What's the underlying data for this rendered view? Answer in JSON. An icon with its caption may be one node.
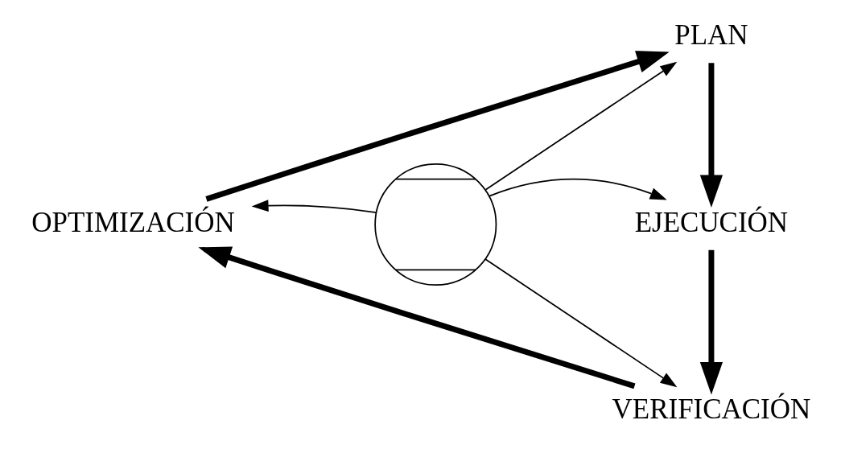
{
  "diagram": {
    "nodes": [
      {
        "text": [
          "PLAN"
        ]
      },
      {
        "text": [
          "EJECUCIÓN"
        ]
      },
      {
        "text": [
          "VERIFICACIÓN"
        ]
      },
      {
        "text": [
          "OPTIMIZACIÓN"
        ]
      },
      {
        "text": [],
        "shape": "cross"
      }
    ],
    "edges": [
      {
        "from": 0,
        "to": 1,
        "arrow": "to",
        "style": "thick"
      },
      {
        "from": 1,
        "to": 2,
        "arrow": "to",
        "style": "thick"
      },
      {
        "from": 2,
        "to": 3,
        "arrow": "to",
        "style": "thick"
      },
      {
        "from": 3,
        "to": 0,
        "arrow": "to",
        "style": "thick"
      },
      {
        "from": 4,
        "to": 0,
        "arrow": "to"
      },
      {
        "from": 4,
        "to": 1,
        "arrow": "to"
      },
      {
        "from": 4,
        "to": 2,
        "arrow": "to"
      },
      {
        "from": 4,
        "to": 3,
        "arrow": "to"
      }
    ]
  }
}
